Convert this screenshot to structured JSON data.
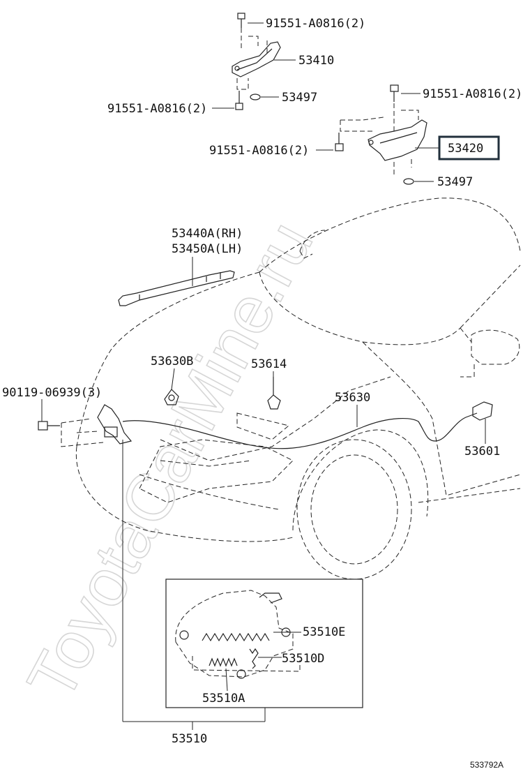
{
  "watermark": "ToyotaCarMine.ru",
  "figure_code": "533792A",
  "labels": {
    "hinge_bolt_top": "91551-A0816(2)",
    "hinge_rh": "53410",
    "washer_rh": "53497",
    "hinge_bolt_left": "91551-A0816(2)",
    "hinge_bolt_right_top": "91551-A0816(2)",
    "hinge_lh": "53420",
    "hinge_bolt_right_mid": "91551-A0816(2)",
    "washer_lh": "53497",
    "support_rh": "53440A(RH)",
    "support_lh": "53450A(LH)",
    "clamp_b": "53630B",
    "clip": "53614",
    "lock_bolt": "90119-06939(3)",
    "cable": "53630",
    "handle": "53601",
    "spring_e": "53510E",
    "spring_d": "53510D",
    "spring_a": "53510A",
    "lock_assy": "53510"
  }
}
